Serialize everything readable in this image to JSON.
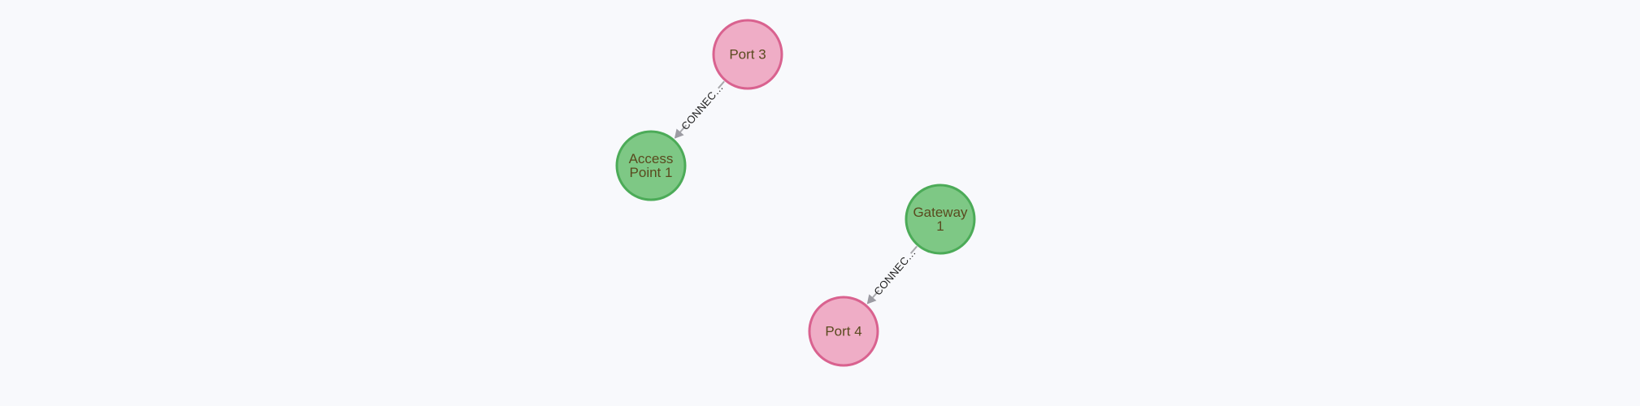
{
  "colors": {
    "background": "#f8f9fc",
    "port_fill": "#efadc6",
    "port_stroke": "#d9628f",
    "device_fill": "#7ec885",
    "device_stroke": "#4cab58",
    "node_text": "#5a4a1f",
    "edge_stroke": "#a9a9ad",
    "arrow_fill": "#9c9ca3",
    "edge_text": "#222222"
  },
  "graph": {
    "nodes": [
      {
        "id": "port3",
        "label": [
          "Port 3"
        ],
        "kind": "port"
      },
      {
        "id": "ap1",
        "label": [
          "Access",
          "Point 1"
        ],
        "kind": "device"
      },
      {
        "id": "gw1",
        "label": [
          "Gateway",
          "1"
        ],
        "kind": "device"
      },
      {
        "id": "port4",
        "label": [
          "Port 4"
        ],
        "kind": "port"
      }
    ],
    "edges": [
      {
        "from": "port3",
        "to": "ap1",
        "label": "CONNEC…"
      },
      {
        "from": "gw1",
        "to": "port4",
        "label": "CONNEC…"
      }
    ]
  }
}
